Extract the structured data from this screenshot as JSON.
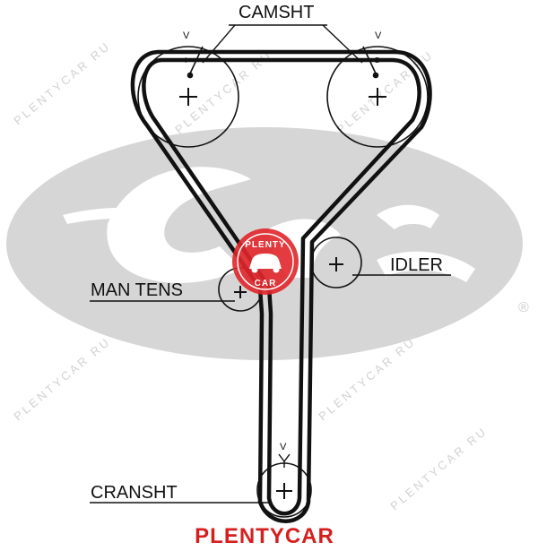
{
  "labels": {
    "camsht": "CAMSHT",
    "man_tens": "MAN TENS",
    "idler": "IDLER",
    "cranshit": "CRANSHT"
  },
  "timing_marks": {
    "left_cam_top": "V",
    "left_cam_inner": "I",
    "right_cam_top": "V",
    "right_cam_inner": "E",
    "crank_top": "V"
  },
  "watermark": {
    "brand_logo": "Gates",
    "registered": "®",
    "repeat_text": "PLENTYCAR RU",
    "stamp_top": "PLENTY",
    "stamp_bottom": "CAR"
  },
  "footer": {
    "brand": "PLENTYCAR"
  },
  "colors": {
    "belt": "#111111",
    "logo_gray": "#d6d6d6",
    "stamp_red": "#e0262a",
    "brand_red": "#d51f1f"
  }
}
